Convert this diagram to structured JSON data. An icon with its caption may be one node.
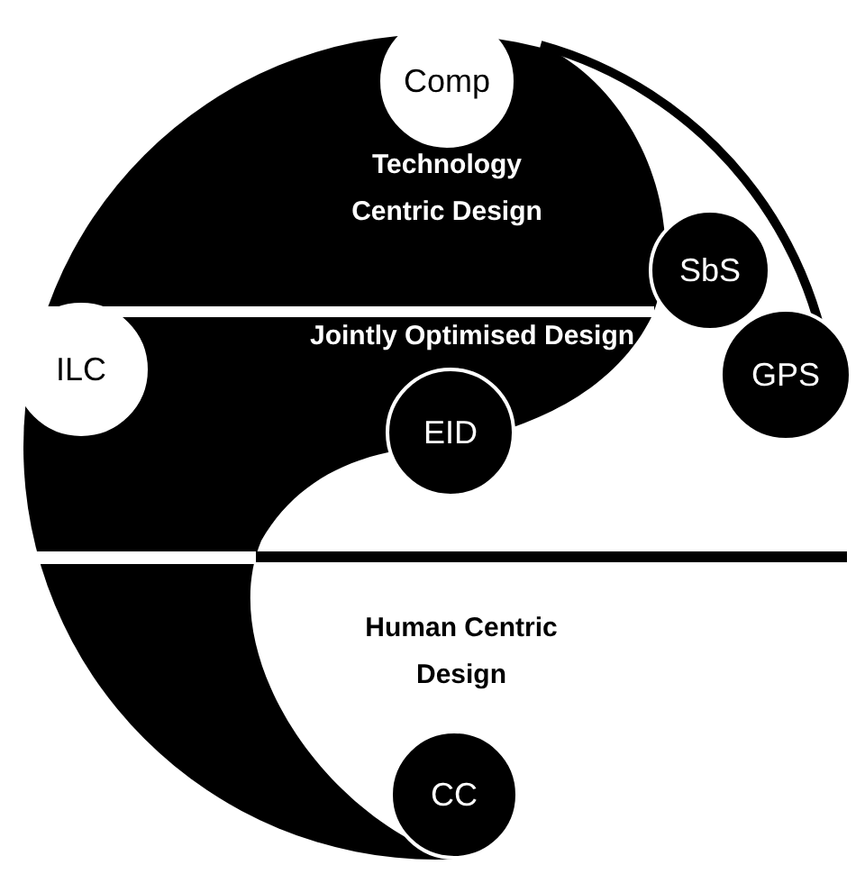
{
  "diagram": {
    "nodes": [
      {
        "text": [
          "Comp"
        ]
      },
      {
        "text": [
          "SbS"
        ]
      },
      {
        "text": [
          "ILC"
        ]
      },
      {
        "text": [
          "GPS"
        ]
      },
      {
        "text": [
          "EID"
        ]
      },
      {
        "text": [
          "CC"
        ]
      }
    ],
    "labels": [
      "Technology Centric Design",
      "Jointly Optimised Design",
      "Human Centric Design"
    ]
  }
}
